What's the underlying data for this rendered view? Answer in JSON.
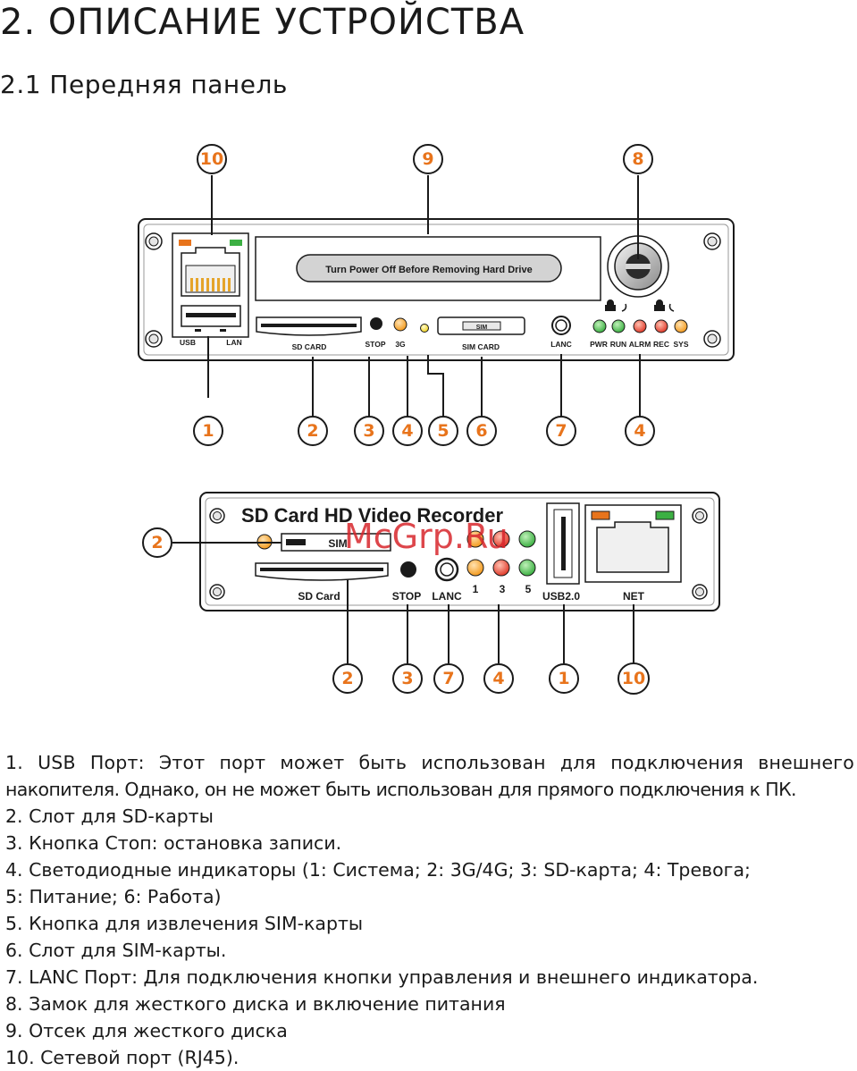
{
  "heading": "2. ОПИСАНИЕ УСТРОЙСТВА",
  "subheading": "2.1 Передняя панель",
  "watermark": "McGrp.Ru",
  "panel1": {
    "drive_label": "Turn Power Off Before Removing Hard Drive",
    "usb": "USB",
    "lan": "LAN",
    "sd_card": "SD CARD",
    "stop": "STOP",
    "g3": "3G",
    "sim": "SIM",
    "sim_card": "SIM CARD",
    "lanc": "LANC",
    "pwr": "PWR",
    "run": "RUN",
    "alrm": "ALRM",
    "rec": "REC",
    "sys": "SYS",
    "callouts_top": [
      "10",
      "9",
      "8"
    ],
    "callouts_bottom": [
      "1",
      "2",
      "3",
      "4",
      "5",
      "6",
      "7",
      "4"
    ]
  },
  "panel2": {
    "title": "SD Card HD Video Recorder",
    "sim": "SIM",
    "sd_card": "SD Card",
    "stop": "STOP",
    "lanc": "LANC",
    "led1": "1",
    "led3": "3",
    "led5": "5",
    "usb": "USB2.0",
    "net": "NET",
    "callout_left": "2",
    "callouts_bottom": [
      "2",
      "3",
      "7",
      "4",
      "1",
      "10"
    ]
  },
  "colors": {
    "callout_text": "#e8741c",
    "led_green": "#3cb043",
    "led_orange": "#f39a1e",
    "led_red": "#e03a2a",
    "led_yellow": "#f1d21c"
  },
  "description": [
    "1. USB Порт: Этот порт может быть использован для подключения внешнего",
    "накопителя. Однако, он не может быть использован для прямого подключения к ПК.",
    "2. Слот для SD-карты",
    "3. Кнопка Стоп: остановка записи.",
    "4. Светодиодные индикаторы (1: Система; 2: 3G/4G; 3: SD-карта; 4: Тревога;",
    "5: Питание; 6: Работа)",
    "5. Кнопка для извлечения SIM-карты",
    "6. Слот для SIM-карты.",
    "7. LANC Порт: Для подключения кнопки управления и внешнего индикатора.",
    "8. Замок для жесткого диска и включение питания",
    "9. Отсек для жесткого диска",
    "10. Сетевой порт (RJ45)."
  ]
}
